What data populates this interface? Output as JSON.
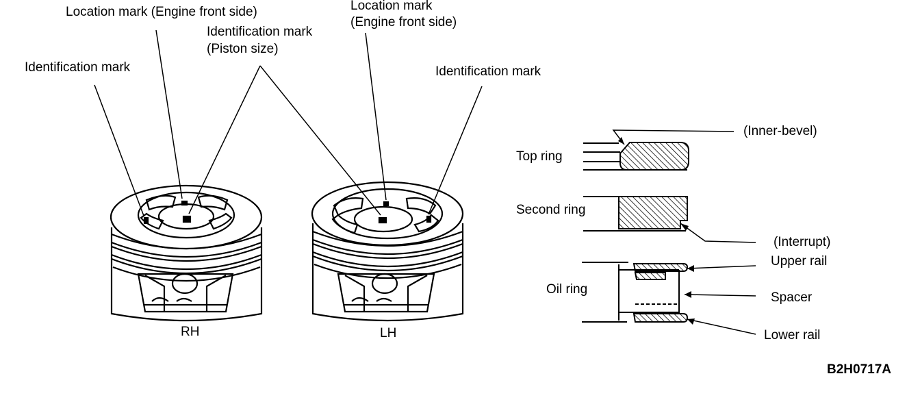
{
  "labels": {
    "location_mark_rh": "Location mark (Engine front side)",
    "id_mark_piston_size_line1": "Identification mark",
    "id_mark_piston_size_line2": "(Piston size)",
    "id_mark_rh": "Identification mark",
    "location_mark_lh_line1": "Location mark",
    "location_mark_lh_line2": "(Engine front side)",
    "id_mark_lh": "Identification mark",
    "rh": "RH",
    "lh": "LH",
    "inner_bevel": "(Inner-bevel)",
    "top_ring": "Top ring",
    "second_ring": "Second ring",
    "interrupt": "(Interrupt)",
    "upper_rail": "Upper rail",
    "oil_ring": "Oil ring",
    "spacer": "Spacer",
    "lower_rail": "Lower rail",
    "figure_code": "B2H0717A"
  }
}
